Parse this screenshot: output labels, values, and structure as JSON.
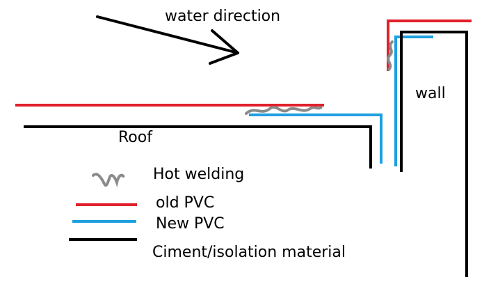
{
  "labels": {
    "water_direction": "water direction",
    "wall": "wall",
    "roof": "Roof"
  },
  "legend": {
    "hot_welding": "Hot welding",
    "old_pvc": "old PVC",
    "new_pvc": "New PVC",
    "ciment": "Ciment/isolation material"
  },
  "colors": {
    "old_pvc": "#e0202a",
    "new_pvc": "#1ea0e0",
    "ciment": "#000000",
    "welding": "#8a8a8a"
  }
}
